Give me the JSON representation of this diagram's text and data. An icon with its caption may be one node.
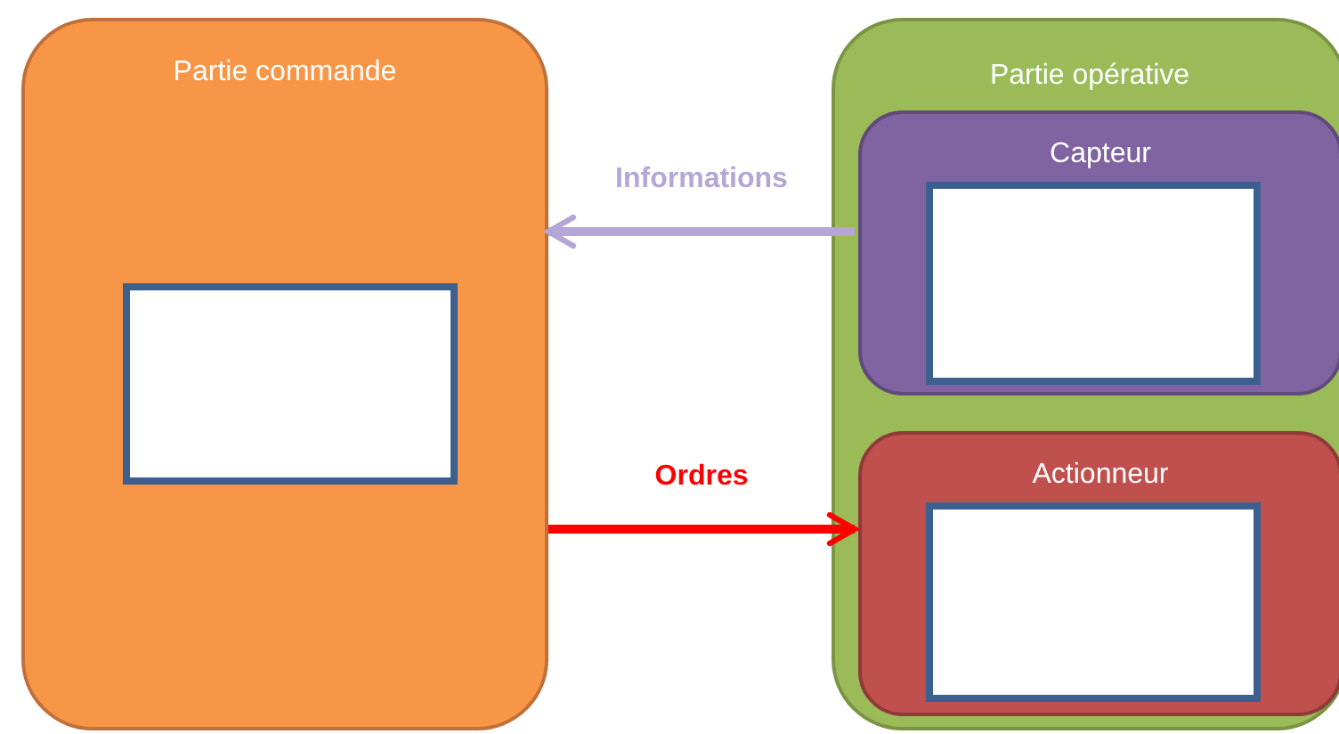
{
  "diagram": {
    "nodes": [
      {
        "text": [
          "Partie commande"
        ]
      },
      {
        "text": [],
        "shape": "box",
        "in": 0
      },
      {
        "text": [
          "Partie opérative"
        ]
      },
      {
        "text": [
          "Capteur"
        ],
        "in": 2
      },
      {
        "text": [],
        "shape": "box",
        "in": 3
      },
      {
        "text": [
          "Actionneur"
        ],
        "in": 2
      },
      {
        "text": [],
        "shape": "box",
        "in": 5
      }
    ],
    "edges": [
      {
        "from": 3,
        "to": 0,
        "arrow": "to",
        "label": "Informations",
        "color": "#b4a7d6"
      },
      {
        "from": 0,
        "to": 5,
        "arrow": "to",
        "label": "Ordres",
        "color": "#ff0000"
      }
    ]
  }
}
